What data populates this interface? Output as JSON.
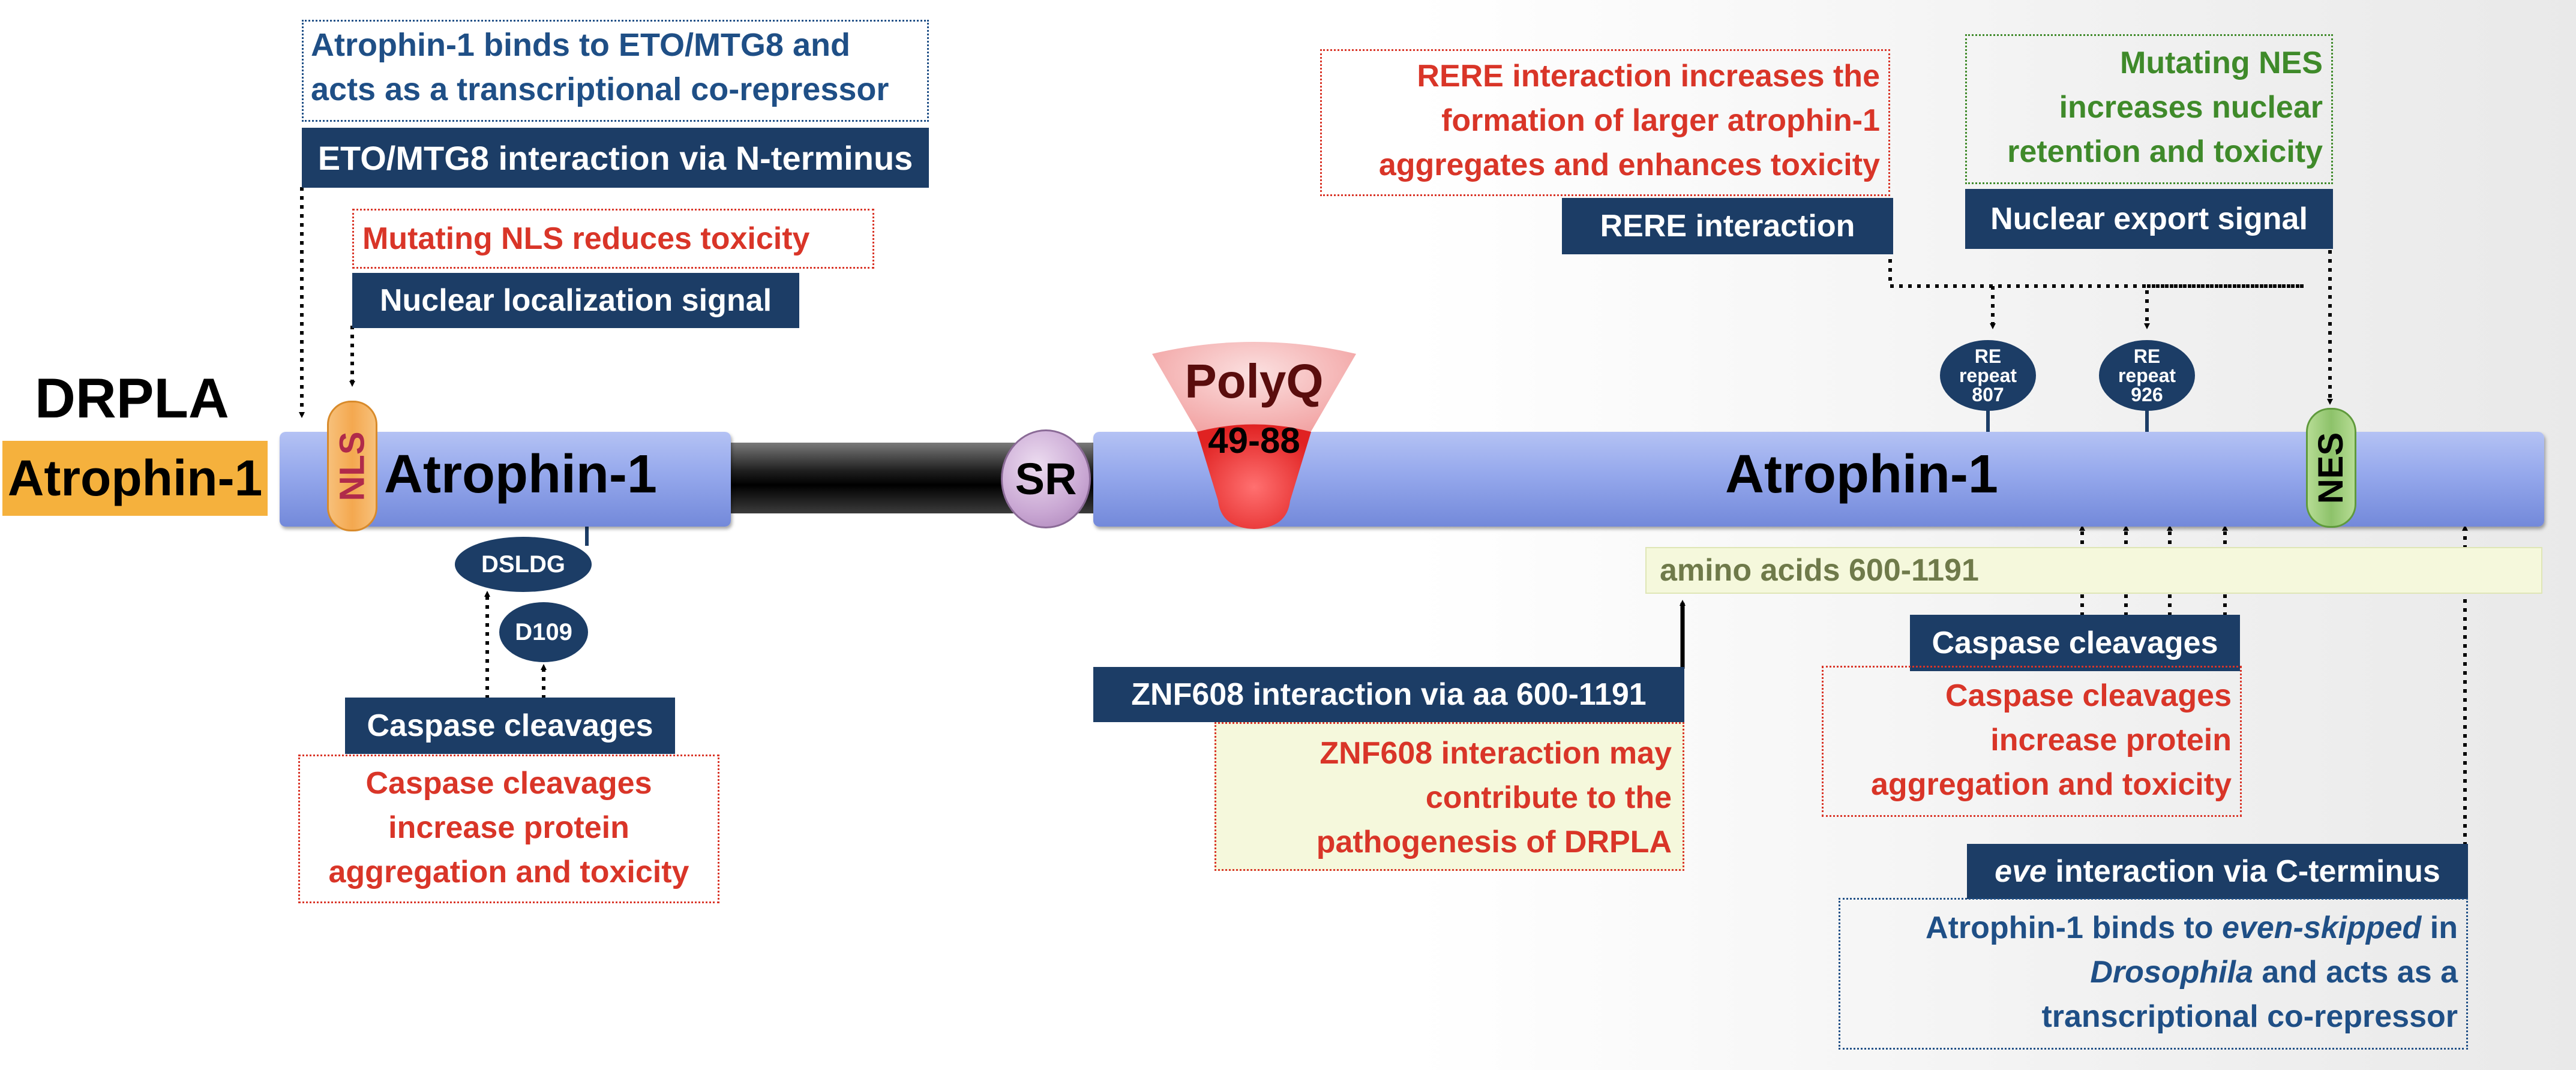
{
  "title": "DRPLA",
  "protein_label": "Atrophin-1",
  "domains": {
    "nls": "NLS",
    "nes": "NES",
    "sr": "SR",
    "polyq_name": "PolyQ",
    "polyq_range": "49-88",
    "bar_left_label": "Atrophin-1",
    "bar_right_label": "Atrophin-1"
  },
  "sites": {
    "dsldg": "DSLDG",
    "d109": "D109",
    "re807": [
      "RE",
      "repeat",
      "807"
    ],
    "re926": [
      "RE",
      "repeat",
      "926"
    ]
  },
  "aa_region": "amino acids 600-1191",
  "boxes": {
    "eto_note": [
      "Atrophin-1 binds to ETO/MTG8 and",
      "acts as a transcriptional co-repressor"
    ],
    "eto_label": "ETO/MTG8 interaction via N-terminus",
    "nls_note": "Mutating NLS reduces toxicity",
    "nls_label": "Nuclear localization signal",
    "rere_note": [
      "RERE interaction increases the",
      "formation of larger atrophin-1",
      "aggregates and enhances toxicity"
    ],
    "rere_label": "RERE interaction",
    "nes_note": [
      "Mutating NES",
      "increases nuclear",
      "retention and toxicity"
    ],
    "nes_label": "Nuclear export signal",
    "caspase_left_label": "Caspase cleavages",
    "caspase_left_note": [
      "Caspase cleavages",
      "increase protein",
      "aggregation and toxicity"
    ],
    "znf_label": "ZNF608 interaction via aa 600-1191",
    "znf_note": [
      "ZNF608 interaction may",
      "contribute to the",
      "pathogenesis of DRPLA"
    ],
    "caspase_right_label": "Caspase cleavages",
    "caspase_right_note": [
      "Caspase cleavages",
      "increase protein",
      "aggregation and toxicity"
    ],
    "eve_label_italic": "eve",
    "eve_label_rest": " interaction via C-terminus",
    "eve_note_1a": "Atrophin-1 binds to ",
    "eve_note_1b": "even-skipped",
    "eve_note_1c": " in",
    "eve_note_2a": "Drosophila",
    "eve_note_2b": " and acts as a",
    "eve_note_3": "transcriptional co-repressor"
  },
  "colors": {
    "navy": "#1c3d66",
    "red": "#d93528",
    "green": "#3f8a2a",
    "blue_text": "#1f4f86",
    "orange": "#f5b13d",
    "bar_blue": "#95a8ec"
  }
}
